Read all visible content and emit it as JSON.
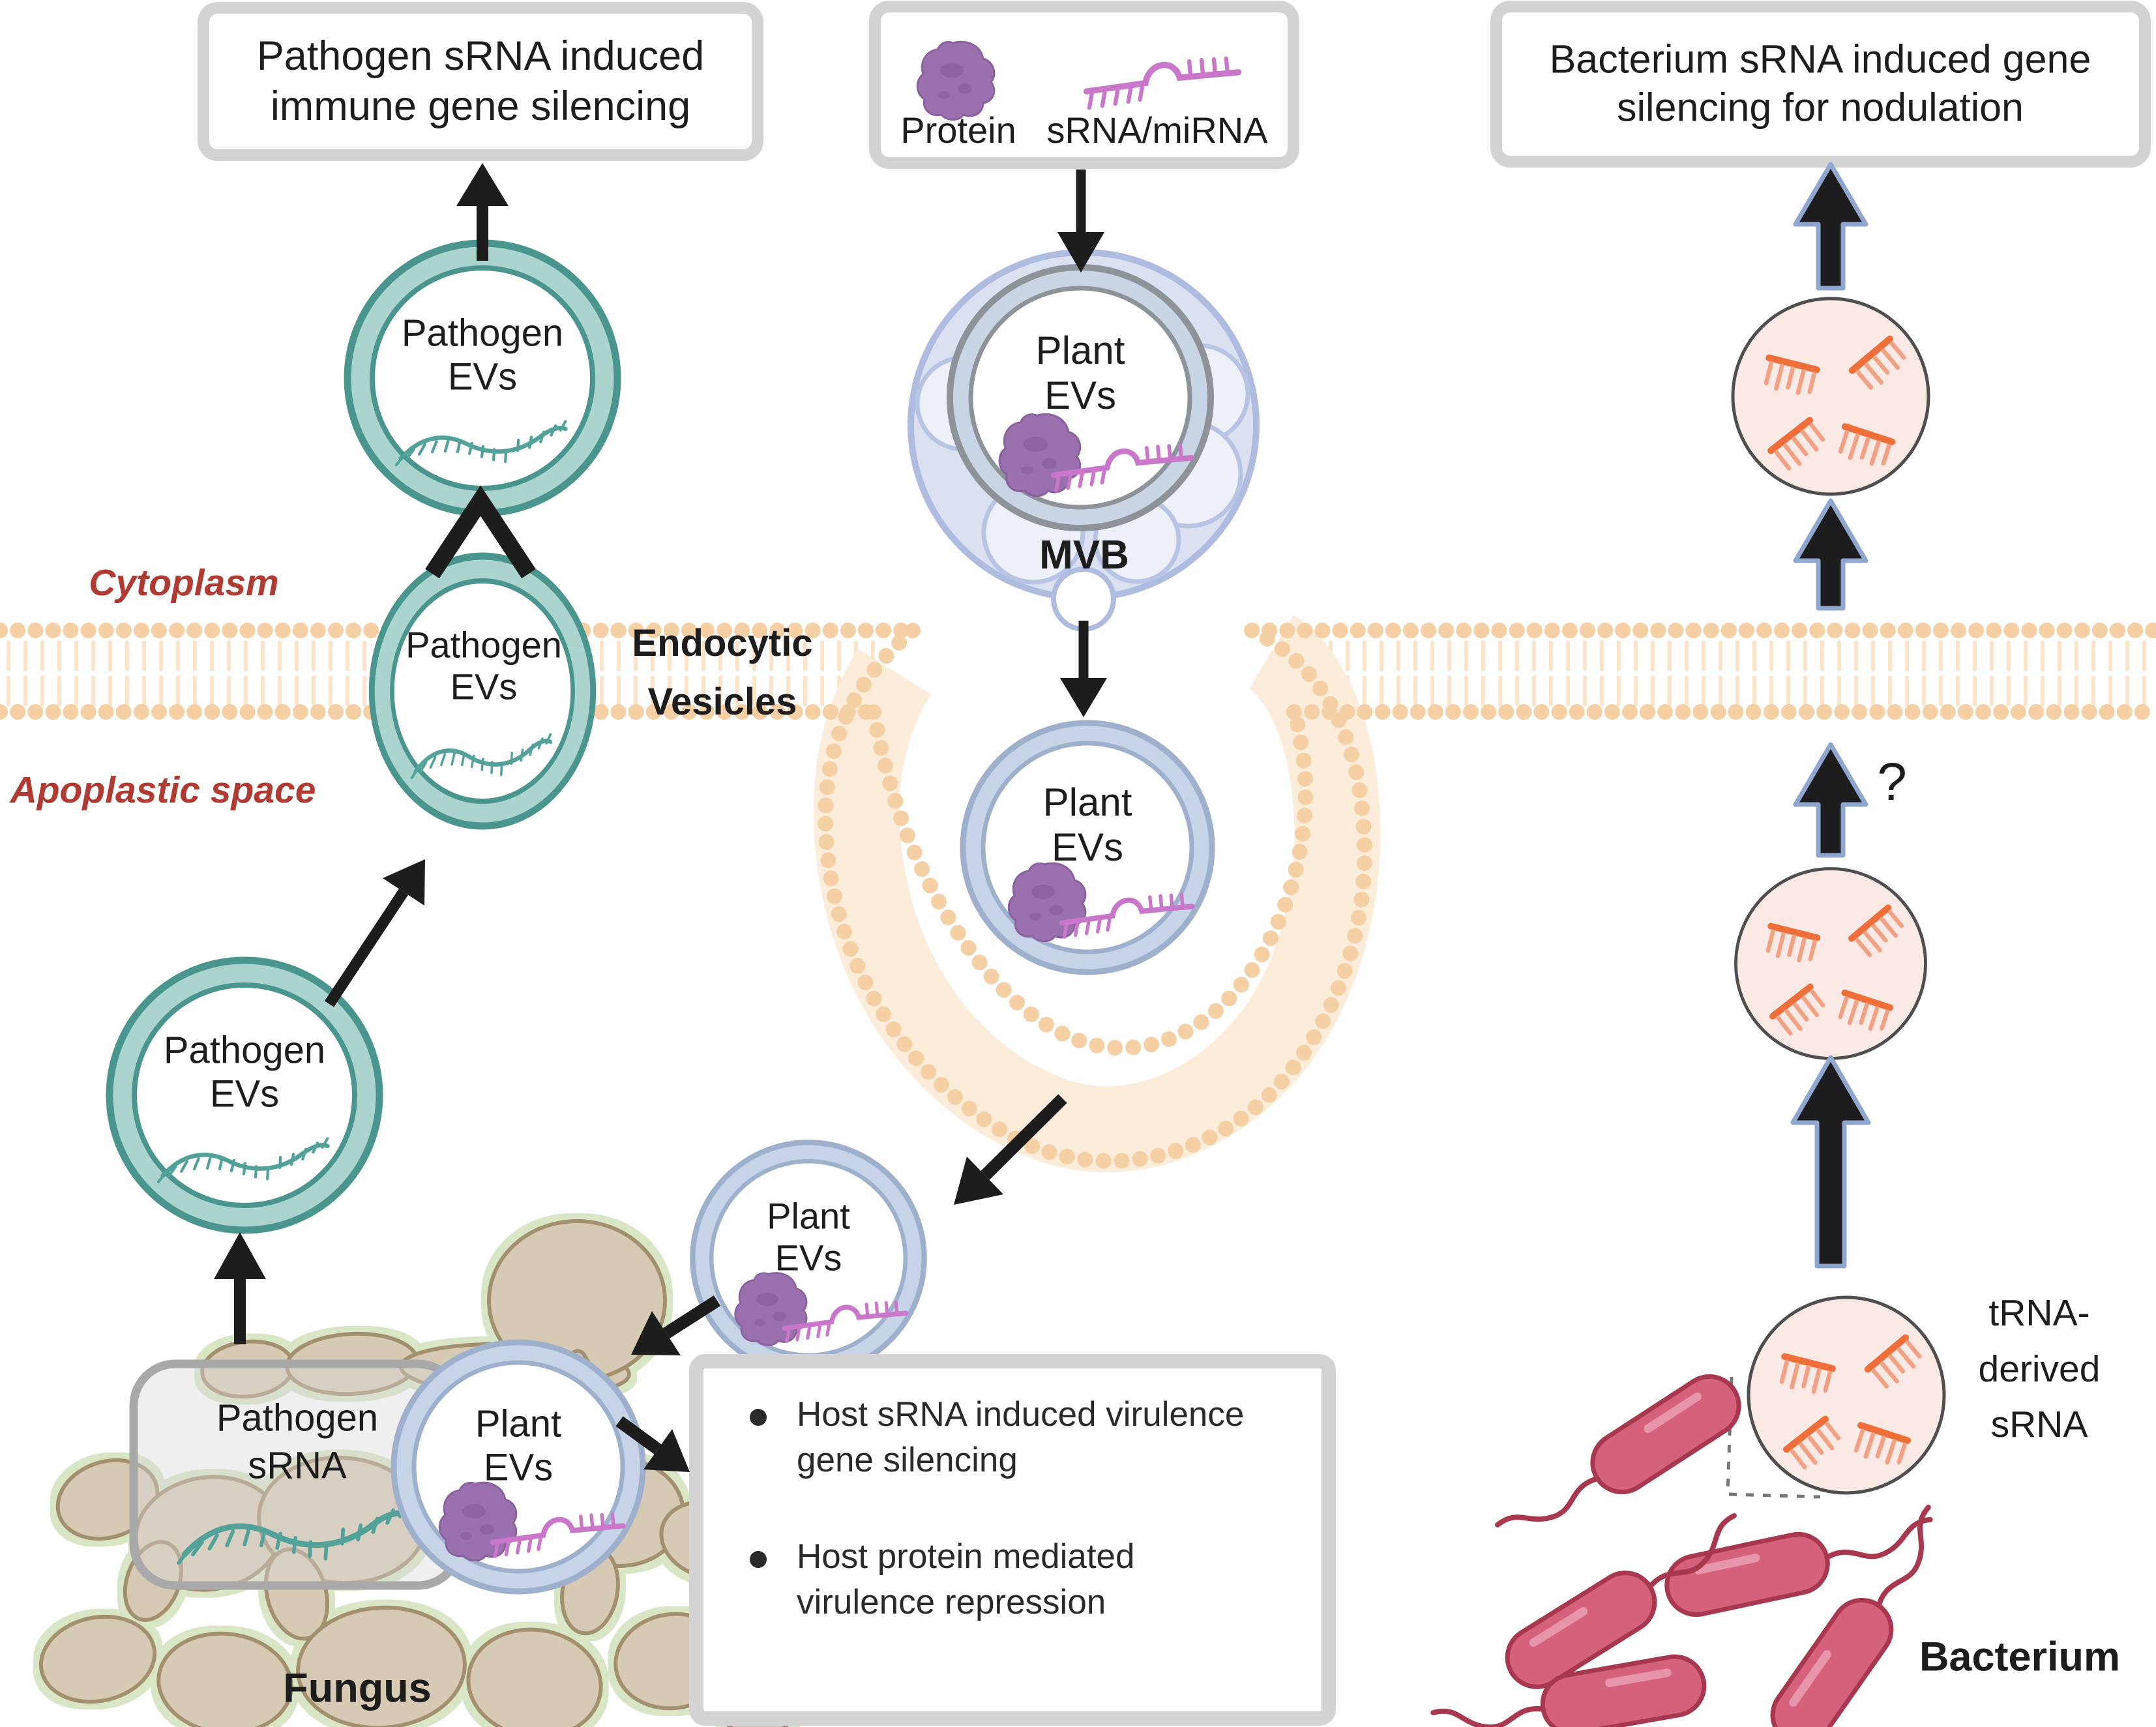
{
  "boxes": {
    "pathogen_silencing": "Pathogen sRNA induced immune gene silencing",
    "protein_label": "Protein",
    "rna_label": "sRNA/miRNA",
    "bacterium_silencing": "Bacterium sRNA induced gene silencing for nodulation",
    "host_effects": [
      "Host sRNA induced virulence gene silencing",
      "Host protein mediated virulence repression"
    ]
  },
  "labels": {
    "cytoplasm": "Cytoplasm",
    "apoplastic_space": "Apoplastic space",
    "endocytic_vesicles": "Endocytic Vesicles",
    "mvb": "MVB",
    "pathogen_evs": "Pathogen EVs",
    "plant_evs": "Plant EVs",
    "pathogen_srna": "Pathogen sRNA",
    "fungus": "Fungus",
    "bacterium": "Bacterium",
    "trna_derived_srna": "tRNA-derived sRNA",
    "question_mark": "?"
  },
  "icons": {
    "protein_icon": "purple amorphous protein blob",
    "mirna_icon": "pink stem-loop sRNA/miRNA",
    "srna_squiggle_icon": "teal single-strand sRNA",
    "trna_fragment_icon": "orange tRNA-derived sRNA fragment",
    "membrane_icon": "lipid bilayer plasma membrane",
    "mvb_icon": "multivesicular body",
    "fungus_icon": "fungal hyphae",
    "bacterium_icon": "flagellated rod bacterium"
  },
  "colors": {
    "teal_ring": "#4A958D",
    "teal_band": "#ABD4CE",
    "blue_ring": "#9FB0CC",
    "blue_band": "#C7D3E7",
    "gray_ring": "#8D9399",
    "mvb_fill": "#DCE1F2",
    "mvb_stroke": "#AFBCDF",
    "membrane_head": "#F5D0A5",
    "membrane_tail": "#FAE4CA",
    "label_red": "#AF3B32",
    "srna_orange": "#EE6F39",
    "srna_orange_light": "#F2A284",
    "vesicle_pink_fill": "#FBE9E6",
    "bacterium_fill": "#D5617C",
    "bacterium_outline": "#A83750",
    "fungus_fill": "#D7CAB4",
    "fungus_outline": "#A3906F",
    "fungus_halo": "#D9E6C6",
    "protein_purple": "#9A70AE",
    "rna_pink": "#C977C9",
    "arrow_black": "#1d1d1d",
    "arrow_blue_outline": "#8FA6CE",
    "box_border": "#D3D3D3"
  }
}
